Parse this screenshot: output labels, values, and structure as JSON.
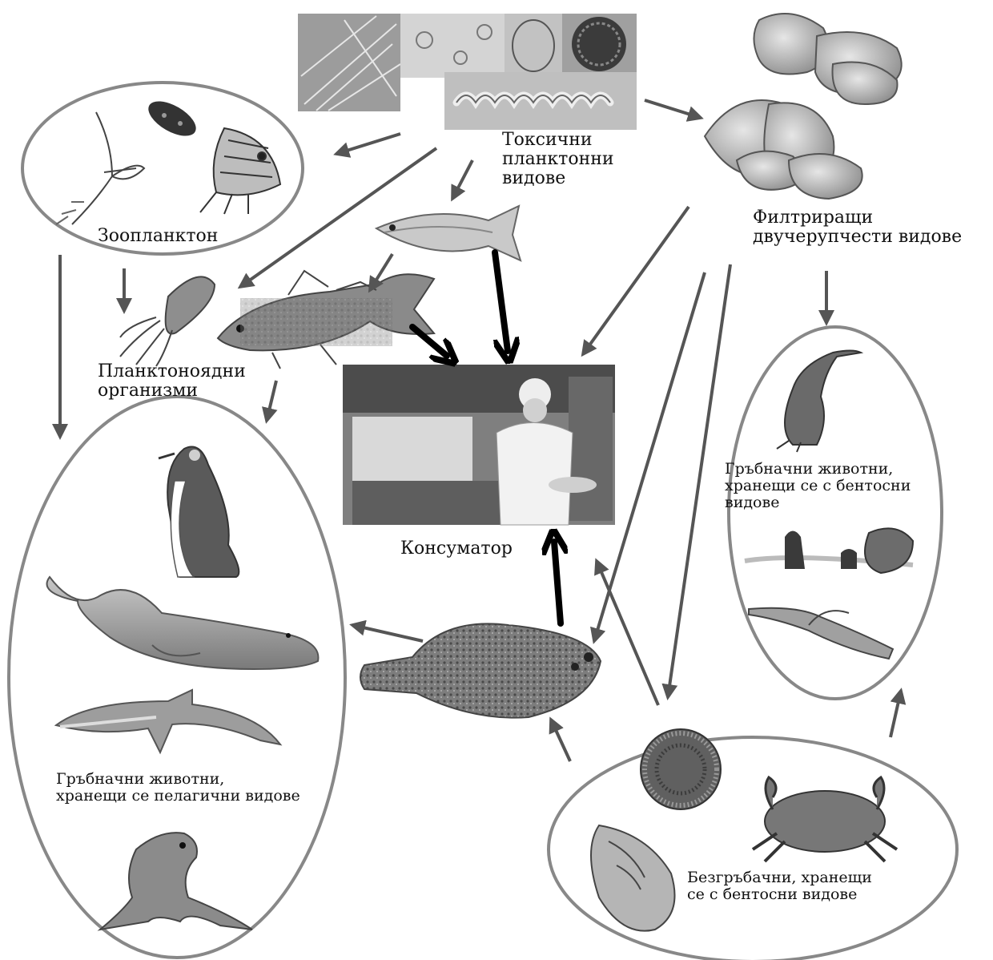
{
  "labels": {
    "toxic": "Токсични\nпланктонни\nвидове",
    "filter": "Филтриращи\nдвучерупчести видове",
    "zoo": "Зоопланктон",
    "planktivores": "Планктоноядни\nорганизми",
    "consumer": "Консуматор",
    "benthic_vertebrates": "Гръбначни животни,\nхранещи се с бентосни\nвидове",
    "pelagic_vertebrates": "Гръбначни животни,\nхранещи се пелагични видове",
    "benthic_invertebrates": "Безгръбачни, хранещи\nсе с бентосни видове"
  },
  "colors": {
    "arrow_gray": "#555555",
    "arrow_black": "#000000",
    "ellipse_stroke": "#888888",
    "photo_bg": "#9a9a9a"
  },
  "icons": {
    "plankton": "plankton-photo",
    "bivalves": "oyster-icon",
    "copepod": "copepod-icon",
    "shrimp": "shrimp-icon",
    "sardine": "sardine-icon",
    "cod": "cod-icon",
    "squid": "squid-icon",
    "chef": "chef-photo",
    "penguin": "penguin-icon",
    "whale": "whale-icon",
    "dolphin": "dolphin-icon",
    "seal": "seal-icon",
    "flounder": "flounder-icon",
    "cormorant": "cormorant-icon",
    "otter": "sea-otter-icon",
    "eel": "eel-icon",
    "urchin": "sea-urchin-icon",
    "crab": "crab-icon",
    "snail": "sea-snail-icon"
  }
}
